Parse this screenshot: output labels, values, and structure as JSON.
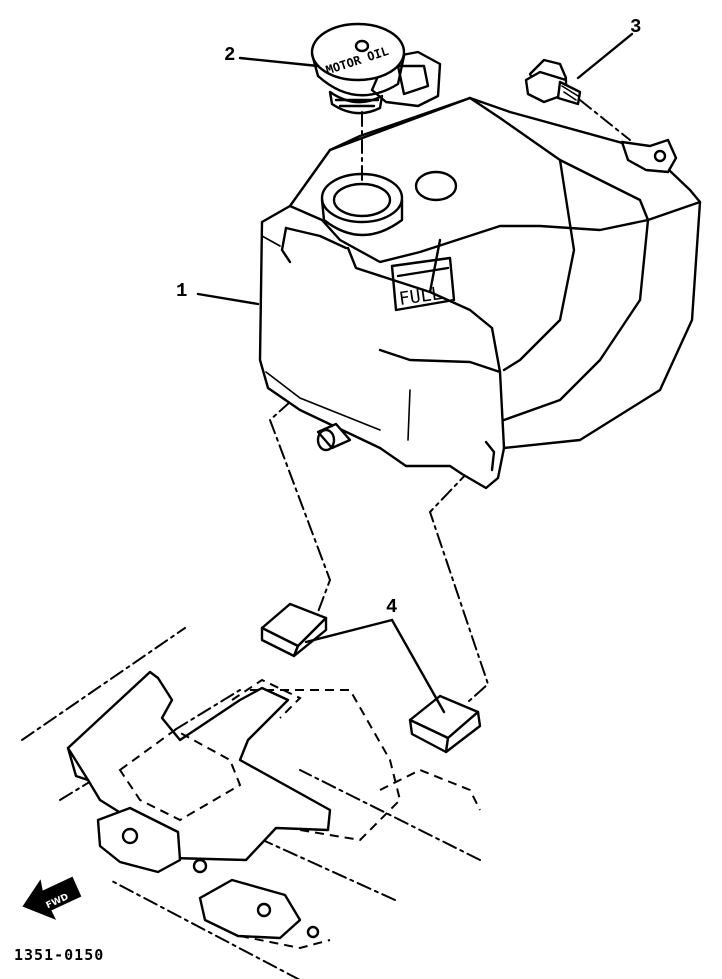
{
  "diagram": {
    "callouts": {
      "tank": "1",
      "cap": "2",
      "bolt": "3",
      "damper": "4"
    },
    "cap_text": "MOTOR OIL",
    "tank_marking": "FULL",
    "direction_badge": "FWD",
    "drawing_code": "1351-0150"
  }
}
